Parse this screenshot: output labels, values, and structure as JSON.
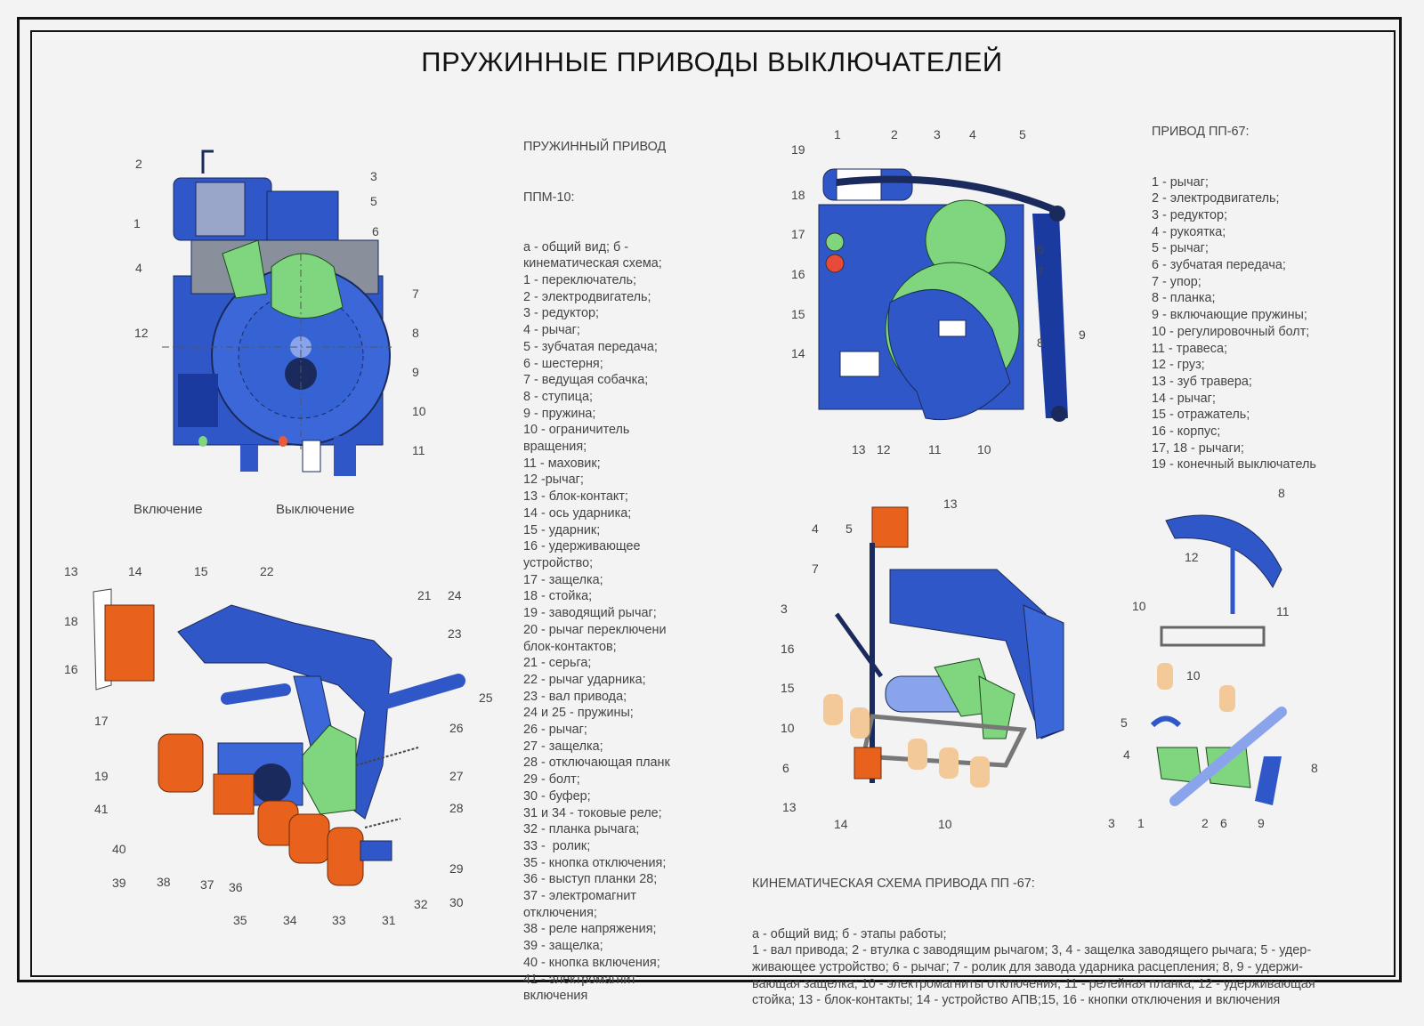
{
  "title": "ПРУЖИННЫЕ ПРИВОДЫ ВЫКЛЮЧАТЕЛЕЙ",
  "colors": {
    "blue": "#2f57c8",
    "green": "#7fd67f",
    "orange": "#e8621e",
    "beige": "#f3c99a",
    "dark": "#1b2a5c"
  },
  "ppm10": {
    "heading": [
      "ПРУЖИННЫЙ ПРИВОД",
      "ППМ-10:"
    ],
    "items": [
      "а - общий вид; б -",
      "кинематическая схема;",
      "1 - переключатель;",
      "2 - электродвигатель;",
      "3 - редуктор;",
      "4 - рычаг;",
      "5 - зубчатая передача;",
      "6 - шестерня;",
      "7 - ведущая собачка;",
      "8 - ступица;",
      "9 - пружина;",
      "10 - ограничитель",
      "вращения;",
      "11 - маховик;",
      "12 -рычаг;",
      "13 - блок-контакт;",
      "14 - ось ударника;",
      "15 - ударник;",
      "16 - удерживающее",
      "устройство;",
      "17 - защелка;",
      "18 - стойка;",
      "19 - заводящий рычаг;",
      "20 - рычаг переключени",
      "блок-контактов;",
      "21 - серьга;",
      "22 - рычаг ударника;",
      "23 - вал привода;",
      "24 и 25 - пружины;",
      "26 - рычаг;",
      "27 - защелка;",
      "28 - отключающая планк",
      "29 - болт;",
      "30 - буфер;",
      "31 и 34 - токовые реле;",
      "32 - планка рычага;",
      "33 -  ролик;",
      "35 - кнопка отключения;",
      "36 - выступ планки 28;",
      "37 - электромагнит",
      "отключения;",
      "38 - реле напряжения;",
      "39 - защелка;",
      "40 - кнопка включения;",
      "41 - электромагнит",
      "включения"
    ]
  },
  "pp67": {
    "heading": "ПРИВОД ПП-67:",
    "items": [
      "1 - рычаг;",
      "2 - электродвигатель;",
      "3 - редуктор;",
      "4 - рукоятка;",
      "5 - рычаг;",
      "6 - зубчатая передача;",
      "7 - упор;",
      "8 - планка;",
      "9 - включающие пружины;",
      "10 - регулировочный болт;",
      "11 - травеса;",
      "12 - груз;",
      "13 - зуб травера;",
      "14 - рычаг;",
      "15 - отражатель;",
      "16 - корпус;",
      "17, 18 - рычаги;",
      "19 - конечный выключатель"
    ]
  },
  "kinematic": {
    "heading": "КИНЕМАТИЧЕСКАЯ СХЕМА ПРИВОДА ПП -67:",
    "lines": [
      "а - общий вид; б - этапы работы;",
      "1 - вал привода; 2 - втулка с заводящим рычагом; 3, 4 - защелка заводящего рычага; 5 - удер-",
      "живающее устройство; 6 - рычаг; 7 - ролик для завода ударника расцепления; 8, 9 - удержи-",
      "вающая защелка; 10 - электромагниты отключения; 11 - релейная планка; 12 - удерживающая",
      "стойка; 13 - блок-контакты; 14 - устройство АПВ;15, 16 - кнопки отключения и включения"
    ]
  },
  "captions": {
    "on": "Включение",
    "off": "Выключение"
  },
  "labels": {
    "fig1": [
      "2",
      "3",
      "1",
      "5",
      "6",
      "4",
      "7",
      "12",
      "8",
      "9",
      "10",
      "11"
    ],
    "fig2": [
      "13",
      "14",
      "15",
      "22",
      "21",
      "24",
      "23",
      "18",
      "16",
      "25",
      "17",
      "26",
      "19",
      "27",
      "41",
      "28",
      "40",
      "39",
      "38",
      "37",
      "36",
      "29",
      "30",
      "32",
      "35",
      "34",
      "33",
      "31"
    ],
    "fig3": [
      "1",
      "2",
      "3",
      "4",
      "5",
      "19",
      "18",
      "17",
      "16",
      "15",
      "14",
      "6",
      "7",
      "8",
      "9",
      "13",
      "12",
      "11",
      "10"
    ],
    "fig4": [
      "13",
      "4",
      "5",
      "7",
      "3",
      "16",
      "15",
      "10",
      "6",
      "13",
      "14",
      "10"
    ],
    "fig5": [
      "8",
      "12",
      "10",
      "11",
      "10",
      "5",
      "4",
      "8",
      "3",
      "1",
      "2",
      "6",
      "9"
    ]
  }
}
